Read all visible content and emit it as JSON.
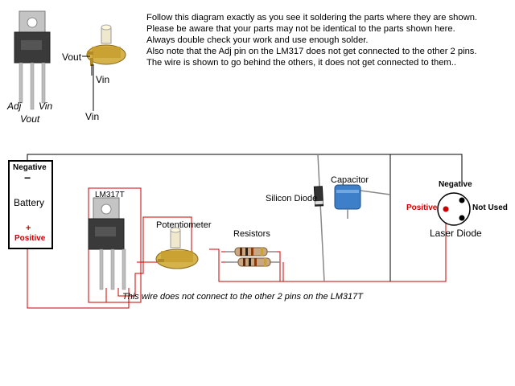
{
  "instructions": [
    "Follow this diagram exactly as you see it soldering the parts where they are shown.",
    "Please be aware that your parts may not be identical to the parts shown here.",
    "Always double check your work and use enough solder.",
    "Also note that the Adj pin on the LM317 does not get connected to the other 2 pins.",
    "The wire is shown to go behind the others, it does not get connected to them.."
  ],
  "pinout": {
    "adj": "Adj",
    "vout": "Vout",
    "vin": "Vin"
  },
  "pot_pinout": {
    "vout": "Vout",
    "vin_1": "Vin",
    "vin_2": "Vin"
  },
  "battery": {
    "negative": "Negative",
    "minus_sign": "−",
    "name": "Battery",
    "plus_sign": "+",
    "positive": "Positive"
  },
  "components": {
    "regulator": "LM317T",
    "potentiometer": "Potentiometer",
    "resistors": "Resistors",
    "diode": "Silicon Diode",
    "capacitor": "Capacitor",
    "laser_diode": "Laser Diode",
    "laser_negative": "Negative",
    "laser_positive": "Positive",
    "laser_not_used": "Not Used"
  },
  "note_wire": "This wire does not connect to the other 2 pins on the LM317T",
  "colors": {
    "wire_negative": "#000000",
    "wire_positive": "#cc0000",
    "regulator_body": "#3a3a3a",
    "regulator_tab": "#bdbdbd",
    "capacitor_body": "#3d7fc8"
  }
}
